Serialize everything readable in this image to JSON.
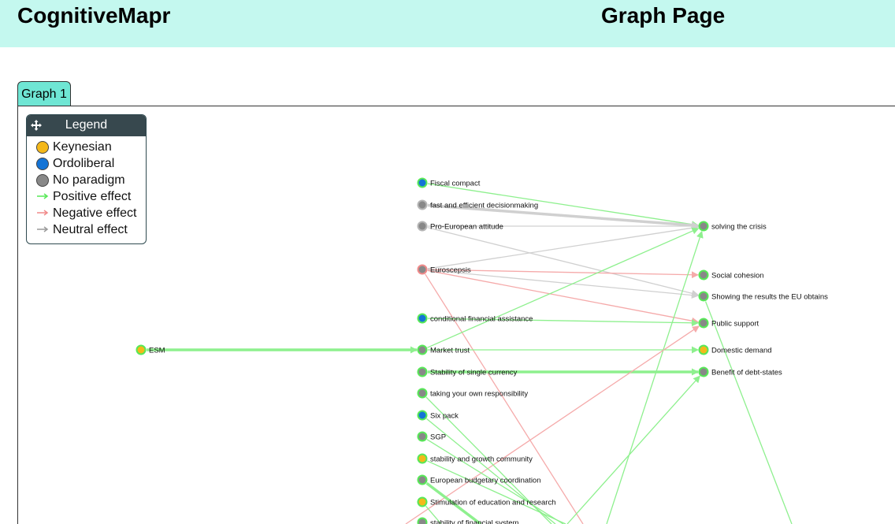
{
  "app": {
    "title": "CognitiveMapr",
    "page_title": "Graph Page"
  },
  "tabs": [
    {
      "label": "Graph 1"
    }
  ],
  "legend": {
    "title": "Legend",
    "paradigms": [
      {
        "label": "Keynesian",
        "color": "#f4b81a"
      },
      {
        "label": "Ordoliberal",
        "color": "#1474d6"
      },
      {
        "label": "No paradigm",
        "color": "#888888"
      }
    ],
    "effects": [
      {
        "label": "Positive effect",
        "color": "#57e857"
      },
      {
        "label": "Negative effect",
        "color": "#f08a8a"
      },
      {
        "label": "Neutral effect",
        "color": "#9a9a9a"
      }
    ]
  },
  "graph": {
    "nodes": [
      {
        "id": "esm",
        "label": "ESM",
        "paradigm": "keynesian",
        "ring": "positive"
      },
      {
        "id": "fc",
        "label": "Fiscal compact",
        "paradigm": "ordoliberal",
        "ring": "positive"
      },
      {
        "id": "fed",
        "label": "fast and efficient decisionmaking",
        "paradigm": "none",
        "ring": "neutral"
      },
      {
        "id": "pea",
        "label": "Pro-European attitude",
        "paradigm": "none",
        "ring": "neutral"
      },
      {
        "id": "eus",
        "label": "Euroscepsis",
        "paradigm": "none",
        "ring": "negative"
      },
      {
        "id": "cfa",
        "label": "conditional financial assistance",
        "paradigm": "ordoliberal",
        "ring": "positive"
      },
      {
        "id": "mt",
        "label": "Market trust",
        "paradigm": "none",
        "ring": "positive"
      },
      {
        "id": "ssc",
        "label": "Stability of single currency",
        "paradigm": "none",
        "ring": "positive"
      },
      {
        "id": "tyor",
        "label": "taking your own responsibility",
        "paradigm": "none",
        "ring": "positive"
      },
      {
        "id": "sp",
        "label": "Six pack",
        "paradigm": "ordoliberal",
        "ring": "positive"
      },
      {
        "id": "sgp",
        "label": "SGP",
        "paradigm": "none",
        "ring": "positive"
      },
      {
        "id": "sgc",
        "label": "stability and growth community",
        "paradigm": "keynesian",
        "ring": "positive"
      },
      {
        "id": "ebc",
        "label": "European budgetary coordination",
        "paradigm": "none",
        "ring": "positive"
      },
      {
        "id": "ser",
        "label": "Stimulation of education and research",
        "paradigm": "keynesian",
        "ring": "positive"
      },
      {
        "id": "sfs",
        "label": "stability of financial system",
        "paradigm": "none",
        "ring": "positive"
      },
      {
        "id": "stc",
        "label": "solving the crisis",
        "paradigm": "none",
        "ring": "positive"
      },
      {
        "id": "sc",
        "label": "Social cohesion",
        "paradigm": "none",
        "ring": "positive"
      },
      {
        "id": "sreo",
        "label": "Showing the results the EU obtains",
        "paradigm": "none",
        "ring": "positive"
      },
      {
        "id": "ps",
        "label": "Public support",
        "paradigm": "none",
        "ring": "positive"
      },
      {
        "id": "dd",
        "label": "Domestic demand",
        "paradigm": "keynesian",
        "ring": "positive"
      },
      {
        "id": "bds",
        "label": "Benefit of debt-states",
        "paradigm": "none",
        "ring": "positive"
      }
    ],
    "edges": [
      {
        "from": "fc",
        "to": "stc",
        "effect": "positive",
        "weight": 1
      },
      {
        "from": "fed",
        "to": "stc",
        "effect": "neutral",
        "weight": 3
      },
      {
        "from": "pea",
        "to": "stc",
        "effect": "neutral",
        "weight": 1
      },
      {
        "from": "pea",
        "to": "sreo",
        "effect": "neutral",
        "weight": 1
      },
      {
        "from": "eus",
        "to": "stc",
        "effect": "neutral",
        "weight": 1
      },
      {
        "from": "eus",
        "to": "sc",
        "effect": "negative",
        "weight": 1
      },
      {
        "from": "eus",
        "to": "sreo",
        "effect": "neutral",
        "weight": 1
      },
      {
        "from": "eus",
        "to": "ps",
        "effect": "negative",
        "weight": 1
      },
      {
        "from": "eus",
        "to": "offscreen",
        "effect": "negative",
        "weight": 1
      },
      {
        "from": "cfa",
        "to": "ps",
        "effect": "positive",
        "weight": 1
      },
      {
        "from": "mt",
        "to": "stc",
        "effect": "positive",
        "weight": 1
      },
      {
        "from": "mt",
        "to": "dd",
        "effect": "positive",
        "weight": 1
      },
      {
        "from": "esm",
        "to": "mt",
        "effect": "positive",
        "weight": 3
      },
      {
        "from": "ssc",
        "to": "bds",
        "effect": "positive",
        "weight": 3
      },
      {
        "from": "offscreen",
        "to": "stc",
        "effect": "positive",
        "weight": 1
      },
      {
        "from": "offscreen",
        "to": "bds",
        "effect": "positive",
        "weight": 1
      },
      {
        "from": "offscreen",
        "to": "ps",
        "effect": "negative",
        "weight": 1
      },
      {
        "from": "sreo",
        "to": "offscreen",
        "effect": "positive",
        "weight": 1
      },
      {
        "from": "tyor",
        "to": "offscreen",
        "effect": "positive",
        "weight": 1
      },
      {
        "from": "sp",
        "to": "offscreen",
        "effect": "positive",
        "weight": 1
      },
      {
        "from": "sgp",
        "to": "offscreen",
        "effect": "positive",
        "weight": 1
      },
      {
        "from": "sgc",
        "to": "offscreen",
        "effect": "positive",
        "weight": 1
      },
      {
        "from": "ebc",
        "to": "offscreen",
        "effect": "positive",
        "weight": 3
      },
      {
        "from": "ser",
        "to": "offscreen",
        "effect": "positive",
        "weight": 1
      }
    ]
  }
}
